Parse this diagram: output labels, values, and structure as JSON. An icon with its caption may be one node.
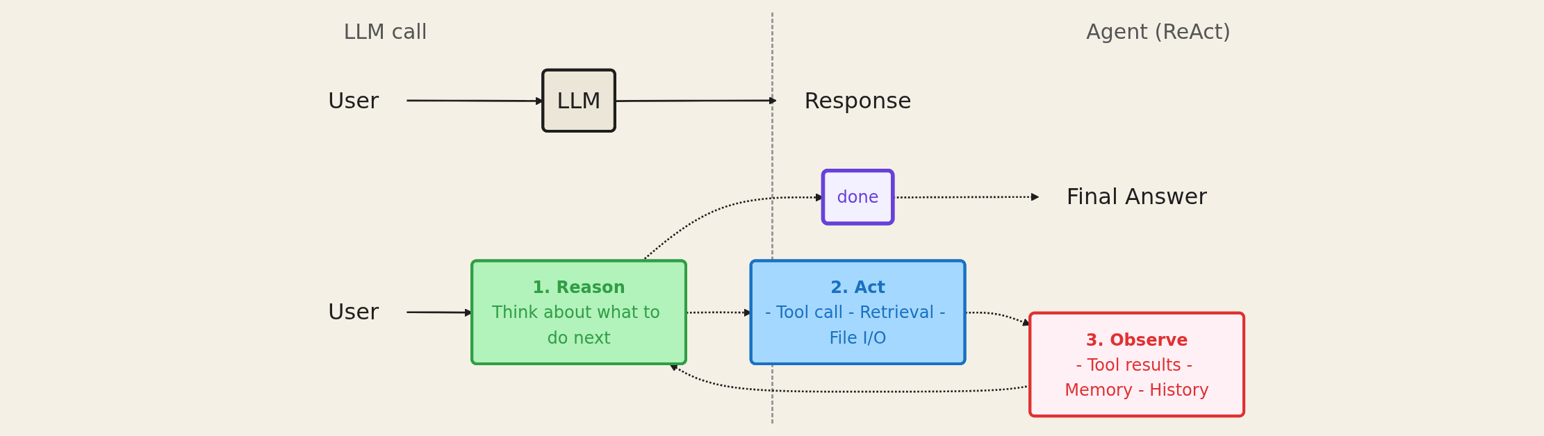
{
  "diagram": {
    "nodes": [
      {
        "text": [
          "User"
        ]
      },
      {
        "text": [
          "LLM"
        ]
      },
      {
        "text": [
          "Response"
        ]
      },
      {
        "text": [
          "User"
        ]
      },
      {
        "text": [
          "1. Reason",
          "Think about what to do next"
        ]
      },
      {
        "text": [
          "2. Act",
          "- Tool call - Retrieval - File I/O"
        ]
      },
      {
        "text": [
          "3. Observe",
          "- Tool results - Memory - History"
        ]
      },
      {
        "text": [
          "done"
        ]
      },
      {
        "text": [
          "Final Answer"
        ]
      }
    ],
    "edges": [
      {
        "from": 0,
        "to": 1,
        "arrow": "to"
      },
      {
        "from": 1,
        "to": 2,
        "arrow": "to"
      },
      {
        "from": 3,
        "to": 4,
        "arrow": "to"
      },
      {
        "from": 4,
        "to": 7,
        "arrow": "to",
        "style": "dashed"
      },
      {
        "from": 4,
        "to": 5,
        "arrow": "to",
        "style": "dashed"
      },
      {
        "from": 7,
        "to": 8,
        "arrow": "to",
        "style": "dashed"
      },
      {
        "from": 5,
        "to": 6,
        "arrow": "to",
        "style": "dashed"
      },
      {
        "from": 6,
        "to": 4,
        "arrow": "to",
        "style": "dashed"
      }
    ],
    "labels": [
      "LLM call",
      "Agent (ReAct)"
    ]
  }
}
